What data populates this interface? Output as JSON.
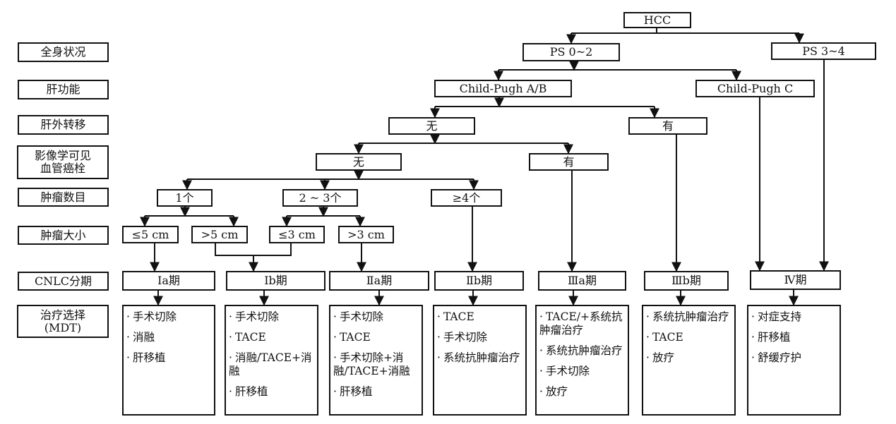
{
  "title": "HCC CNLC staging and treatment flowchart",
  "row_labels": {
    "general_status": "全身状况",
    "liver_function": "肝功能",
    "extrahepatic_metastasis": "肝外转移",
    "vascular_invasion": "影像学可见\n血管癌栓",
    "tumor_number": "肿瘤数目",
    "tumor_size": "肿瘤大小",
    "cnlc_stage": "CNLC分期",
    "treatment": "治疗选择\n(MDT)"
  },
  "nodes": {
    "hcc": "HCC",
    "ps_0_2": "PS 0~2",
    "ps_3_4": "PS 3~4",
    "child_pugh_ab": "Child-Pugh A/B",
    "child_pugh_c": "Child-Pugh C",
    "extrahepatic_no": "无",
    "extrahepatic_yes": "有",
    "vascular_no": "无",
    "vascular_yes": "有",
    "tumor_1": "1个",
    "tumor_2_3": "2 ~ 3个",
    "tumor_ge4": "≥4个",
    "size_le5": "≤5 cm",
    "size_gt5": ">5 cm",
    "size_le3": "≤3 cm",
    "size_gt3": ">3 cm"
  },
  "stages": [
    {
      "label": "Ⅰa期",
      "treatments": [
        "手术切除",
        "消融",
        "肝移植"
      ]
    },
    {
      "label": "Ⅰb期",
      "treatments": [
        "手术切除",
        "TACE",
        "消融/TACE+消融",
        "肝移植"
      ]
    },
    {
      "label": "Ⅱa期",
      "treatments": [
        "手术切除",
        "TACE",
        "手术切除+消融/TACE+消融",
        "肝移植"
      ]
    },
    {
      "label": "Ⅱb期",
      "treatments": [
        "TACE",
        "手术切除",
        "系统抗肿瘤治疗"
      ]
    },
    {
      "label": "Ⅲa期",
      "treatments": [
        "TACE/+系统抗肿瘤治疗",
        "系统抗肿瘤治疗",
        "手术切除",
        "放疗"
      ]
    },
    {
      "label": "Ⅲb期",
      "treatments": [
        "系统抗肿瘤治疗",
        "TACE",
        "放疗"
      ]
    },
    {
      "label": "Ⅳ期",
      "treatments": [
        "对症支持",
        "肝移植",
        "舒缓疗护"
      ]
    }
  ]
}
